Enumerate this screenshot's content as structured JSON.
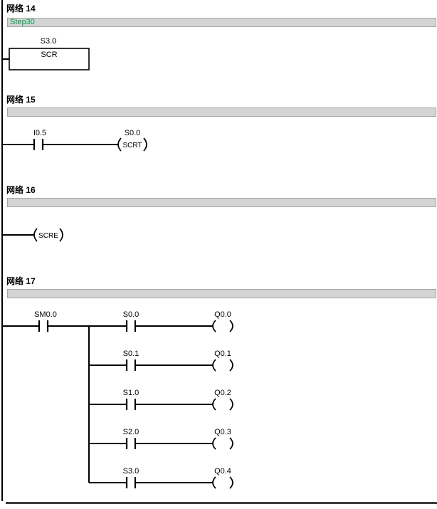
{
  "app": "PLC ladder diagram editor",
  "colors": {
    "symbol_green": "#00a050",
    "comment_bar_gray": "#d4d4d4",
    "line_black": "#000000"
  },
  "network14": {
    "label": "网络 14",
    "comment": "Step30",
    "operand": "S3.0",
    "instruction": "SCR"
  },
  "network15": {
    "label": "网络 15",
    "comment": "",
    "contact_operand": "I0.5",
    "coil_operand": "S0.0",
    "coil_instruction": "SCRT"
  },
  "network16": {
    "label": "网络 16",
    "comment": "",
    "coil_instruction": "SCRE"
  },
  "network17": {
    "label": "网络 17",
    "comment": "",
    "main_contact_operand": "SM0.0",
    "branches": [
      {
        "contact": "S0.0",
        "coil": "Q0.0"
      },
      {
        "contact": "S0.1",
        "coil": "Q0.1"
      },
      {
        "contact": "S1.0",
        "coil": "Q0.2"
      },
      {
        "contact": "S2.0",
        "coil": "Q0.3"
      },
      {
        "contact": "S3.0",
        "coil": "Q0.4"
      }
    ]
  }
}
